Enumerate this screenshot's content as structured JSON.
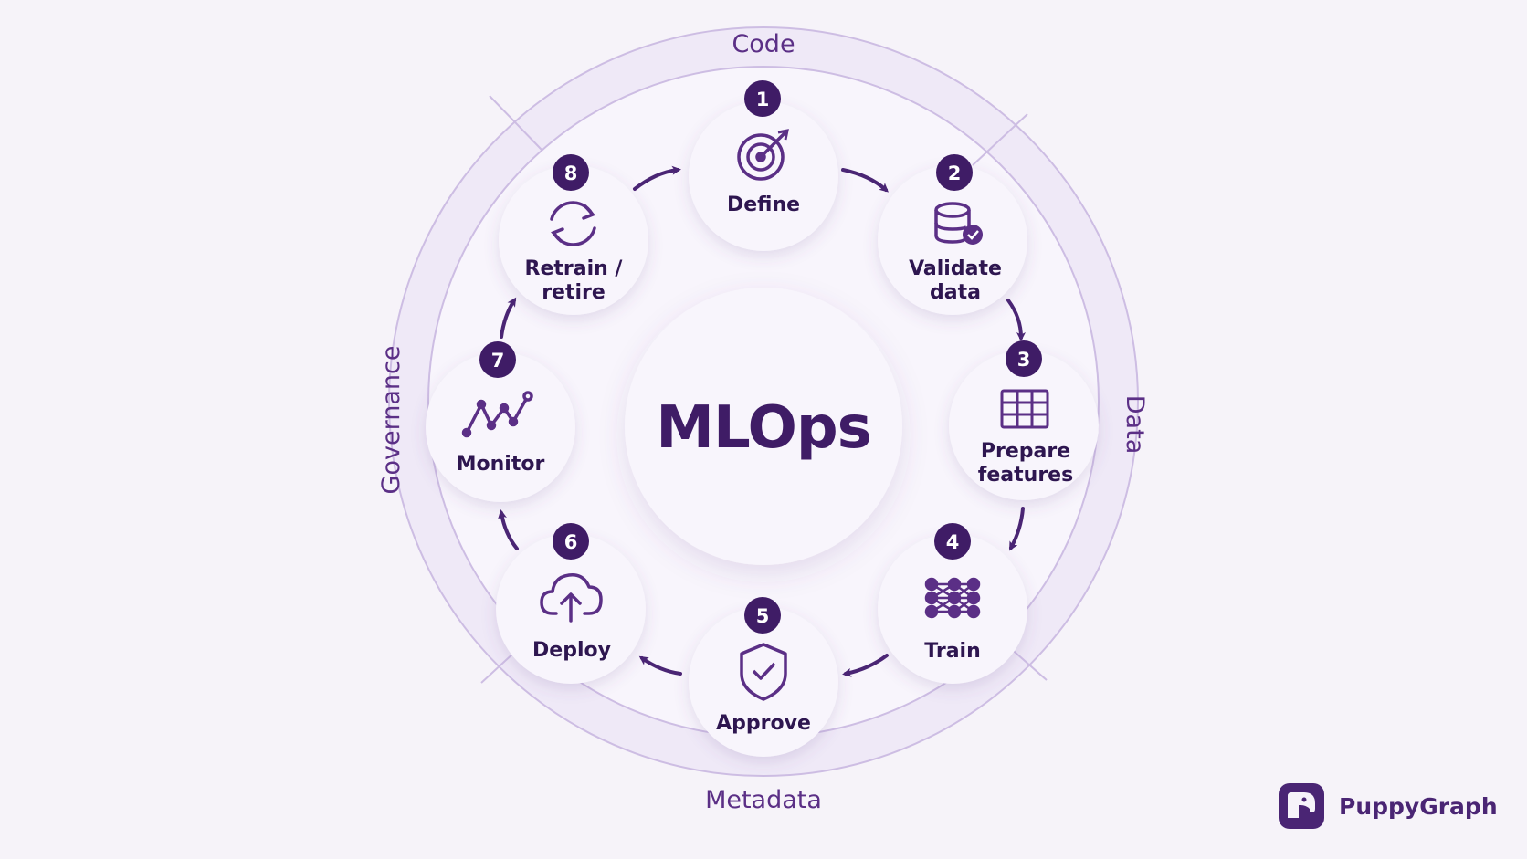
{
  "center": {
    "title": "MLOps"
  },
  "ring": {
    "top": "Code",
    "right": "Data",
    "bottom": "Metadata",
    "left": "Governance"
  },
  "steps": [
    {
      "number": "1",
      "lines": [
        "Define"
      ],
      "icon": "target-icon"
    },
    {
      "number": "2",
      "lines": [
        "Validate",
        "data"
      ],
      "icon": "database-check-icon"
    },
    {
      "number": "3",
      "lines": [
        "Prepare",
        "features"
      ],
      "icon": "table-grid-icon"
    },
    {
      "number": "4",
      "lines": [
        "Train"
      ],
      "icon": "neural-network-icon"
    },
    {
      "number": "5",
      "lines": [
        "Approve"
      ],
      "icon": "shield-check-icon"
    },
    {
      "number": "6",
      "lines": [
        "Deploy"
      ],
      "icon": "cloud-upload-icon"
    },
    {
      "number": "7",
      "lines": [
        "Monitor"
      ],
      "icon": "line-chart-icon"
    },
    {
      "number": "8",
      "lines": [
        "Retrain /",
        "retire"
      ],
      "icon": "refresh-icon"
    }
  ],
  "brand": {
    "name": "PuppyGraph",
    "icon": "puppygraph-logo"
  },
  "colors": {
    "background": "#f6f3f9",
    "accent": "#4a2574",
    "badge": "#3f1c66",
    "ring": "#ece5f6"
  }
}
